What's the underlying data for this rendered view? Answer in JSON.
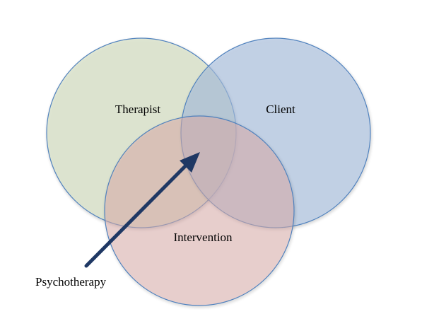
{
  "diagram": {
    "sets": [
      {
        "key": "therapist",
        "label": "Therapist",
        "fill": "#d9e2c8",
        "fill_opacity": 0.75,
        "stroke": "#4f81bd"
      },
      {
        "key": "client",
        "label": "Client",
        "fill": "#a8c0df",
        "fill_opacity": 0.6,
        "stroke": "#4f81bd"
      },
      {
        "key": "intervention",
        "label": "Intervention",
        "fill": "#dfb1ae",
        "fill_opacity": 0.5,
        "stroke": "#4f81bd"
      }
    ],
    "callout": {
      "label": "Psychotherapy",
      "arrow_color": "#1f3864",
      "points_to": "intersection of all three sets"
    }
  }
}
